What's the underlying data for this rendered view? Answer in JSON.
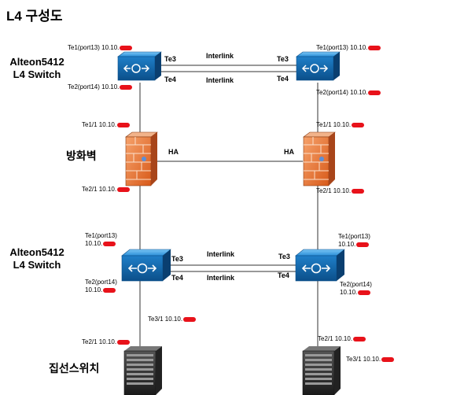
{
  "title": "L4 구성도",
  "devices": {
    "l4_top": "Alteon5412\nL4 Switch",
    "firewall": "방화벽",
    "l4_bottom": "Alteon5412\nL4 Switch",
    "aggregation": "집선스위치"
  },
  "links": {
    "interlink": "Interlink",
    "ha": "HA",
    "te3": "Te3",
    "te4": "Te4"
  },
  "ports": {
    "top_left_te1": "Te1(port13) 10.10.",
    "top_left_te2": "Te2(port14) 10.10.",
    "top_right_te1": "Te1(port13) 10.10.",
    "top_right_te2": "Te2(port14) 10.10.",
    "fw_left_te11": "Te1/1 10.10.",
    "fw_left_te21": "Te2/1 10.10.",
    "fw_right_te11": "Te1/1 10.10.",
    "fw_right_te21": "Te2/1 10.10.",
    "bot_left_te1_a": "Te1(port13)",
    "bot_left_te1_b": "10.10.",
    "bot_left_te2_a": "Te2(port14)",
    "bot_left_te2_b": "10.10.",
    "bot_right_te1_a": "Te1(port13)",
    "bot_right_te1_b": "10.10.",
    "bot_right_te2_a": "Te2(port14)",
    "bot_right_te2_b": "10.10.",
    "bot_left_te31": "Te3/1 10.10.",
    "sw_left_te21": "Te2/1 10.10.",
    "sw_right_te21": "Te2/1 10.10.",
    "sw_right_te31": "Te3/1 10.10."
  },
  "colors": {
    "switch_blue": "#2a8fd8",
    "firewall_orange": "#e8722a",
    "redaction_red": "#e8121a",
    "chassis_dark": "#2b2b2b"
  }
}
